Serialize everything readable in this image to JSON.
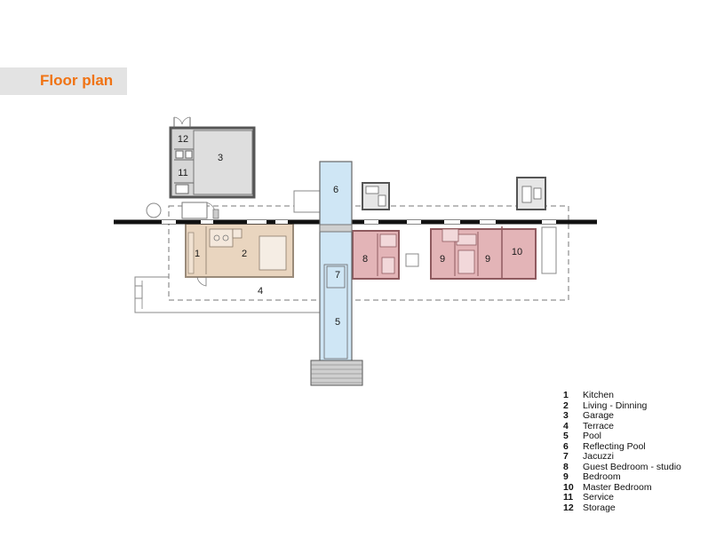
{
  "title": "Floor plan",
  "rooms": [
    {
      "number": "1",
      "name": "Kitchen"
    },
    {
      "number": "2",
      "name": "Living - Dinning"
    },
    {
      "number": "3",
      "name": "Garage"
    },
    {
      "number": "4",
      "name": "Terrace"
    },
    {
      "number": "5",
      "name": "Pool"
    },
    {
      "number": "6",
      "name": "Reflecting Pool"
    },
    {
      "number": "7",
      "name": "Jacuzzi"
    },
    {
      "number": "8",
      "name": "Guest Bedroom - studio"
    },
    {
      "number": "9",
      "name": "Bedroom"
    },
    {
      "number": "10",
      "name": "Master Bedroom"
    },
    {
      "number": "11",
      "name": "Service"
    },
    {
      "number": "12",
      "name": "Storage"
    }
  ],
  "plan_labels": {
    "kitchen": "1",
    "living": "2",
    "garage": "3",
    "terrace": "4",
    "pool": "5",
    "reflecting_pool": "6",
    "jacuzzi": "7",
    "guest_bedroom": "8",
    "bedroom_a": "9",
    "bedroom_b": "9",
    "master_bedroom": "10",
    "service": "11",
    "storage": "12"
  },
  "colors": {
    "title": "#f07314",
    "title_band": "#e3e3e3",
    "living_wing": "#e9d5bf",
    "bedroom_wing": "#e3b4b7",
    "garage": "#d6d6d6",
    "pool": "#cfe6f5"
  }
}
